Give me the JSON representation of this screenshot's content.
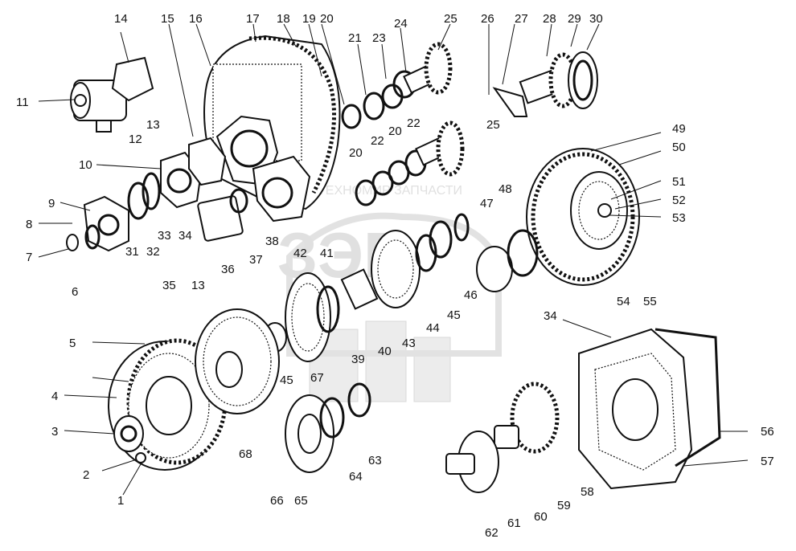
{
  "watermark": {
    "text": "ТЕХНОМИР ЗАПЧАСТИ",
    "logo": "ЗЭП"
  },
  "callouts": [
    "1",
    "2",
    "3",
    "4",
    "5",
    "6",
    "7",
    "8",
    "9",
    "10",
    "11",
    "12",
    "13",
    "13",
    "14",
    "15",
    "16",
    "17",
    "18",
    "19",
    "20",
    "20",
    "20",
    "21",
    "22",
    "22",
    "23",
    "24",
    "25",
    "25",
    "26",
    "27",
    "28",
    "29",
    "30",
    "31",
    "32",
    "33",
    "34",
    "34",
    "35",
    "36",
    "37",
    "38",
    "39",
    "40",
    "41",
    "42",
    "43",
    "44",
    "45",
    "45",
    "46",
    "47",
    "48",
    "49",
    "50",
    "51",
    "52",
    "53",
    "54",
    "55",
    "56",
    "57",
    "58",
    "59",
    "60",
    "61",
    "62",
    "63",
    "64",
    "65",
    "66",
    "67",
    "68"
  ]
}
